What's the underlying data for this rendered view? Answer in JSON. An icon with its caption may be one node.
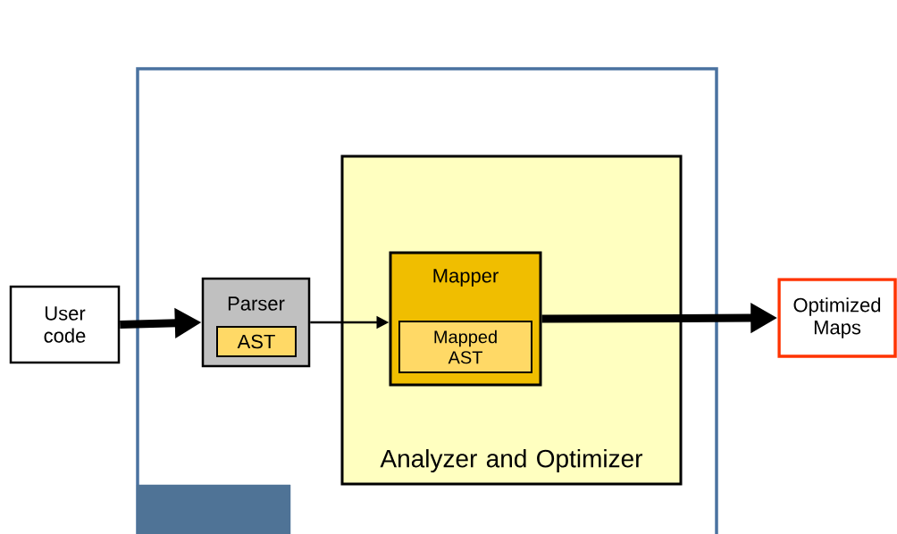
{
  "diagram": {
    "nodes": [
      {
        "text": [
          "User code"
        ]
      },
      {
        "text": [],
        "shape": "box"
      },
      {
        "text": [],
        "shape": "box",
        "in": 1
      },
      {
        "text": [
          "Parser"
        ],
        "in": 1
      },
      {
        "text": [
          "AST"
        ],
        "in": 3
      },
      {
        "text": [
          "Analyzer and Optimizer"
        ],
        "in": 1
      },
      {
        "text": [
          "Mapper"
        ],
        "in": 5
      },
      {
        "text": [
          "Mapped AST"
        ],
        "in": 6
      },
      {
        "text": [
          "Optimized Maps"
        ]
      }
    ],
    "edges": [
      {
        "from": 0,
        "to": 3,
        "arrow": "to"
      },
      {
        "from": 3,
        "to": 6,
        "arrow": "to"
      },
      {
        "from": 6,
        "to": 8,
        "arrow": "to"
      }
    ]
  }
}
